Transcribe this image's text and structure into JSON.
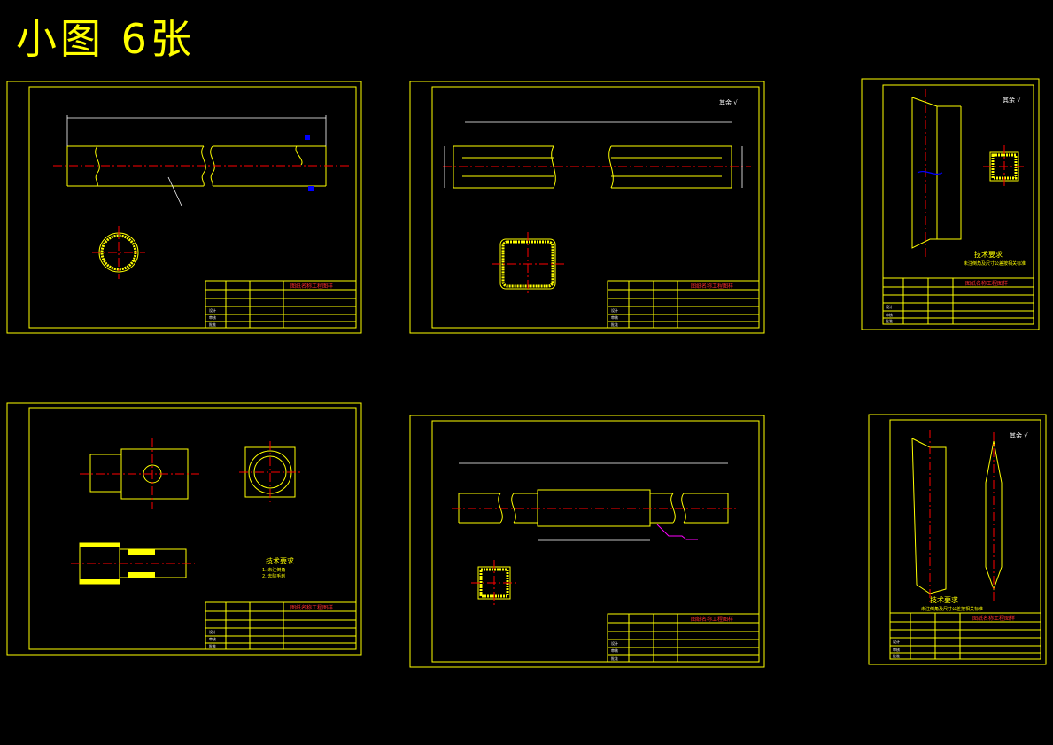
{
  "page_title": "小图  6张",
  "drawings": [
    {
      "id": "sheet-1",
      "titleblock": {
        "title": "图纸名称工程图样",
        "fields": [
          "设计",
          "审核",
          "批准"
        ]
      }
    },
    {
      "id": "sheet-2",
      "titleblock": {
        "title": "图纸名称工程图样",
        "fields": [
          "设计",
          "审核",
          "批准"
        ]
      },
      "surface_mark": "其余 √"
    },
    {
      "id": "sheet-3",
      "titleblock": {
        "title": "图纸名称工程图样",
        "fields": [
          "设计",
          "审核",
          "批准"
        ]
      },
      "surface_mark": "其余 √",
      "notes": {
        "heading": "技术要求",
        "lines": [
          "未注倒角及尺寸公差按相关标准"
        ]
      }
    },
    {
      "id": "sheet-4",
      "titleblock": {
        "title": "图纸名称工程图样",
        "fields": [
          "设计",
          "审核",
          "批准"
        ]
      },
      "notes": {
        "heading": "技术要求",
        "lines": [
          "1. 未注倒角",
          "2. 去除毛刺"
        ]
      }
    },
    {
      "id": "sheet-5",
      "titleblock": {
        "title": "图纸名称工程图样",
        "fields": [
          "设计",
          "审核",
          "批准"
        ]
      }
    },
    {
      "id": "sheet-6",
      "titleblock": {
        "title": "图纸名称工程图样",
        "fields": [
          "设计",
          "审核",
          "批准"
        ]
      },
      "surface_mark": "其余 √",
      "notes": {
        "heading": "技术要求",
        "lines": [
          "未注倒角及尺寸公差按相关标准"
        ]
      }
    }
  ],
  "colors": {
    "background": "#000000",
    "line": "#ffff00",
    "centerline": "#ff0000",
    "dimension": "#ffffff"
  }
}
